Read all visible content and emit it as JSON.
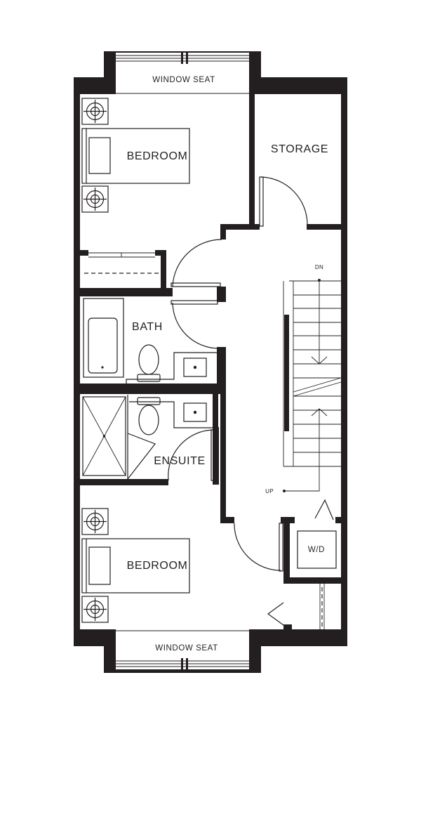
{
  "rooms": {
    "window_seat_top": "WINDOW SEAT",
    "bedroom_top": "BEDROOM",
    "storage": "STORAGE",
    "bath": "BATH",
    "ensuite": "ENSUITE",
    "bedroom_bottom": "BEDROOM",
    "window_seat_bottom": "WINDOW SEAT",
    "laundry": "W/D"
  },
  "stairs": {
    "down_label": "DN",
    "up_label": "UP"
  }
}
